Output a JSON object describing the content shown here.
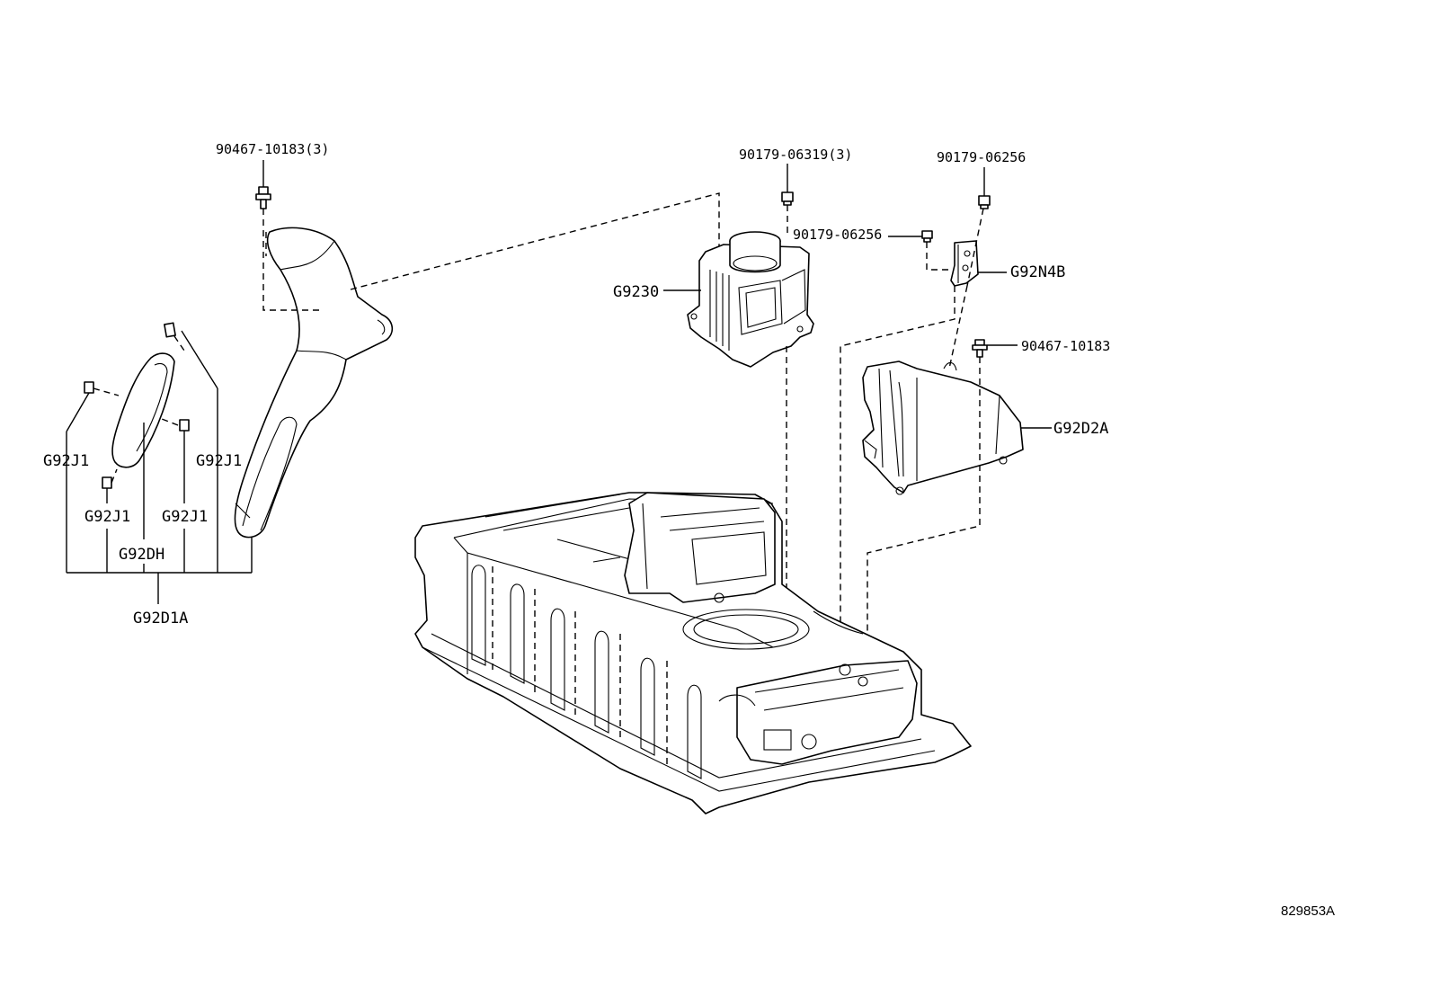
{
  "labels": {
    "bolt_top_left": "90467-10183(3)",
    "nut_center": "90179-06319(3)",
    "nut_right_top": "90179-06256",
    "nut_mid": "90179-06256",
    "bolt_right": "90467-10183",
    "fan_assembly": "G9230",
    "bracket": "G92N4B",
    "duct_right": "G92D2A",
    "clip_1": "G92J1",
    "clip_2": "G92J1",
    "clip_3": "G92J1",
    "clip_4": "G92J1",
    "seal": "G92DH",
    "duct_left": "G92D1A"
  },
  "reference_code": "829853A"
}
